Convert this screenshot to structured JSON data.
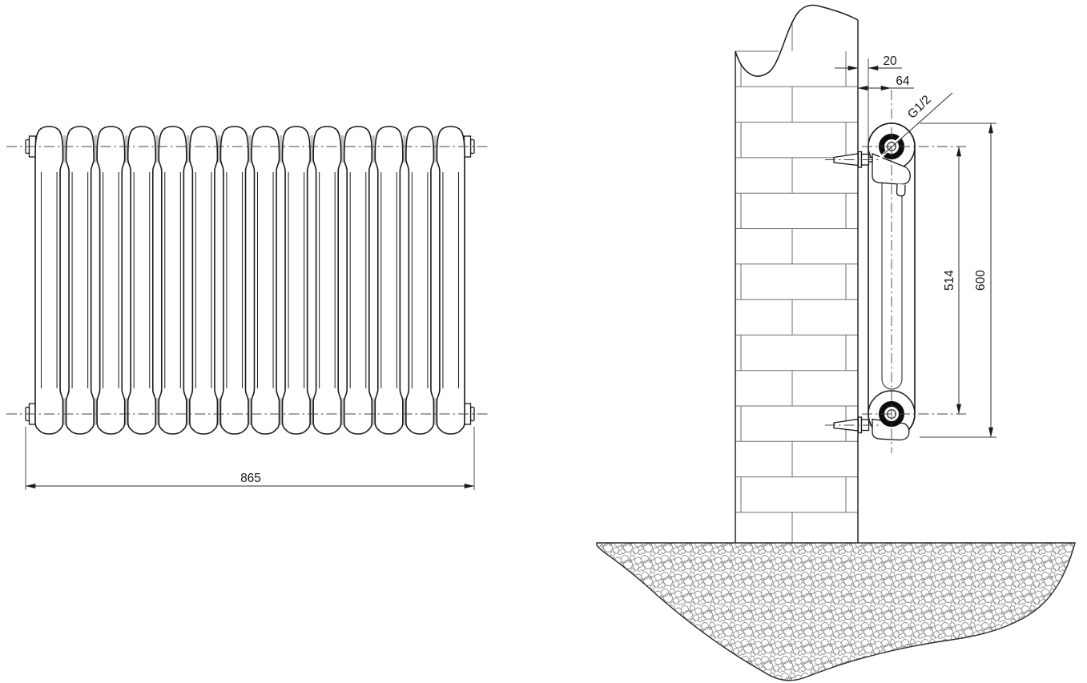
{
  "drawing": {
    "type": "radiator installation dimension drawing",
    "front_view": {
      "sections_count": 14,
      "overall_width_label": "865"
    },
    "side_view": {
      "wall_offset_label": "20",
      "wall_to_axis_label": "64",
      "thread_label": "G1/2",
      "axis_spacing_label": "514",
      "overall_height_label": "600"
    }
  }
}
